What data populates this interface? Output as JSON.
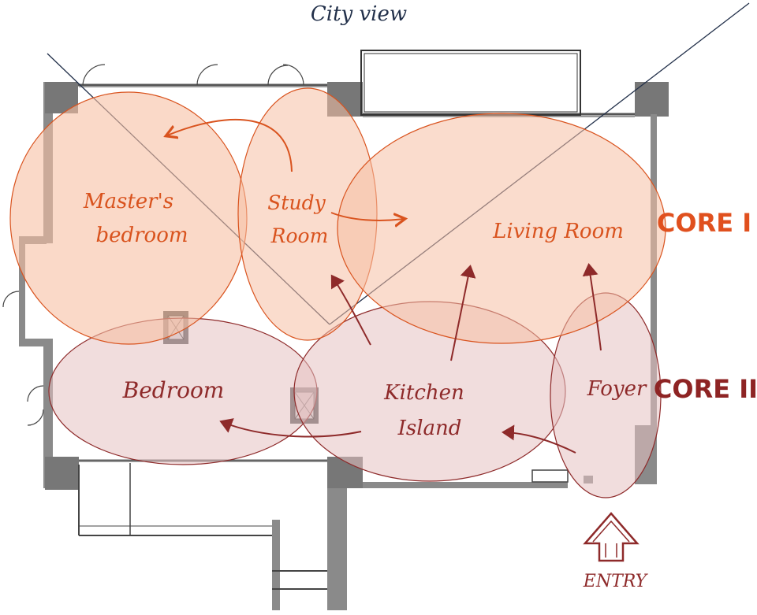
{
  "header": {
    "label": "City view"
  },
  "rooms": {
    "masters_line1": "Master's",
    "masters_line2": "bedroom",
    "study_line1": "Study",
    "study_line2": "Room",
    "living": "Living Room",
    "bedroom": "Bedroom",
    "kitchen_line1": "Kitchen",
    "kitchen_line2": "Island",
    "foyer": "Foyer"
  },
  "cores": {
    "core1": {
      "label": "CORE I",
      "color": "#e0501e"
    },
    "core2": {
      "label": "CORE II",
      "color": "#8e2424"
    }
  },
  "entry": {
    "label": "ENTRY"
  },
  "colors": {
    "wall": "#8a8a8a",
    "core1_fill": "#f4b79c",
    "core1_stroke": "#d9531e",
    "core2_fill": "#e3b8b8",
    "core2_stroke": "#8e2a2a",
    "ink": "#22304a"
  }
}
